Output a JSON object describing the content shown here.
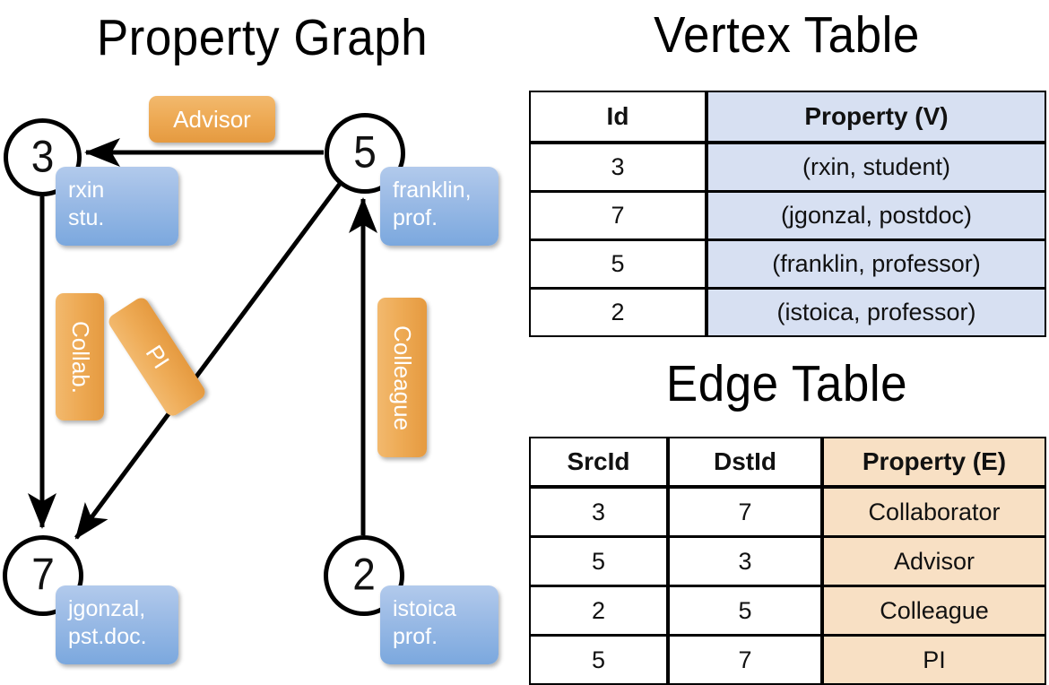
{
  "titles": {
    "property_graph": "Property Graph",
    "vertex_table": "Vertex Table",
    "edge_table": "Edge Table"
  },
  "graph": {
    "nodes": [
      {
        "id": "3",
        "property_lines": [
          "rxin",
          "stu."
        ]
      },
      {
        "id": "5",
        "property_lines": [
          "franklin,",
          "prof."
        ]
      },
      {
        "id": "7",
        "property_lines": [
          "jgonzal,",
          "pst.doc."
        ]
      },
      {
        "id": "2",
        "property_lines": [
          "istoica",
          "prof."
        ]
      }
    ],
    "edge_labels": {
      "advisor": "Advisor",
      "collaborator": "Collab.",
      "pi": "PI",
      "colleague": "Colleague"
    },
    "colors": {
      "vertex_property_box": "#9dbce6",
      "edge_label_chip": "#eeab56",
      "node_stroke": "#000000",
      "edge_stroke": "#000000"
    }
  },
  "vertex_table": {
    "headers": [
      "Id",
      "Property (V)"
    ],
    "rows": [
      {
        "id": "3",
        "property": "(rxin, student)"
      },
      {
        "id": "7",
        "property": "(jgonzal, postdoc)"
      },
      {
        "id": "5",
        "property": "(franklin, professor)"
      },
      {
        "id": "2",
        "property": "(istoica, professor)"
      }
    ],
    "header_fill": "#d7e0f2",
    "cell_fill": "#d7e0f2"
  },
  "edge_table": {
    "headers": [
      "SrcId",
      "DstId",
      "Property (E)"
    ],
    "rows": [
      {
        "src": "3",
        "dst": "7",
        "property": "Collaborator"
      },
      {
        "src": "5",
        "dst": "3",
        "property": "Advisor"
      },
      {
        "src": "2",
        "dst": "5",
        "property": "Colleague"
      },
      {
        "src": "5",
        "dst": "7",
        "property": "PI"
      }
    ],
    "header_fill": "#f8e0c4",
    "cell_fill": "#f8e0c4"
  }
}
